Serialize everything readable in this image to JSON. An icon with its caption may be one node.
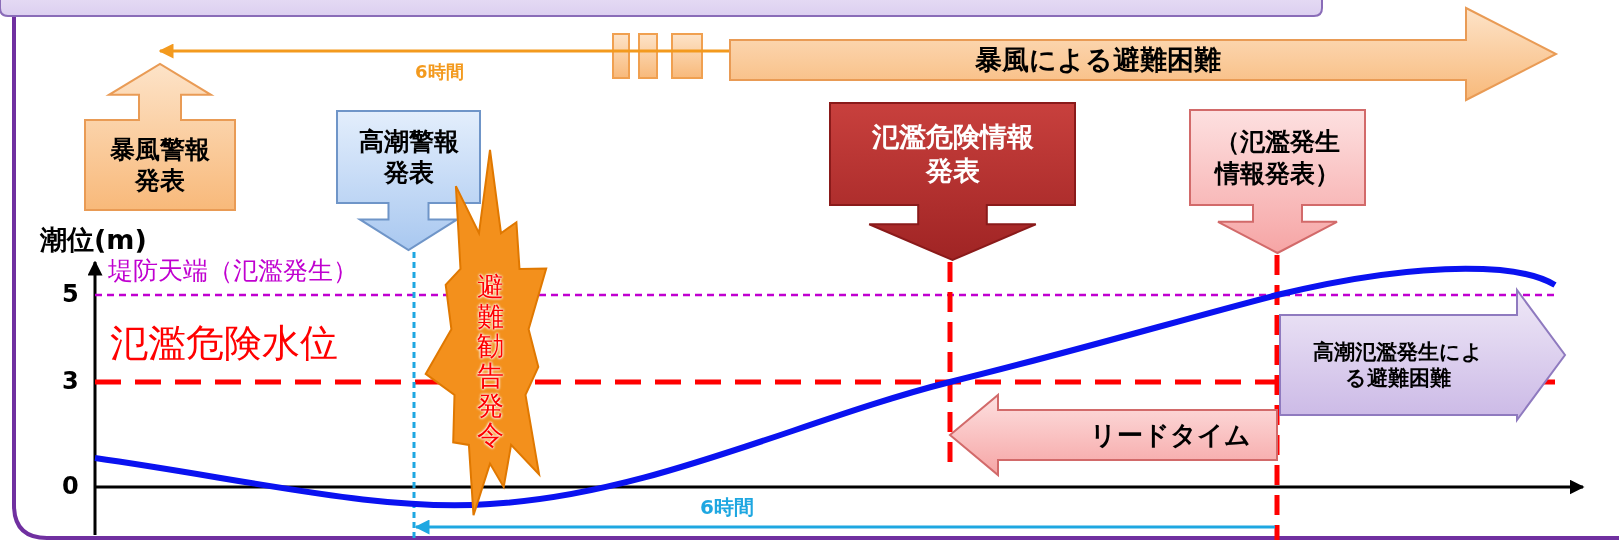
{
  "diagram": {
    "nodes": [
      {
        "text": [
          "暴風警報発表"
        ]
      },
      {
        "text": [
          "高潮警報発表"
        ]
      },
      {
        "text": [
          "避難勧告発令"
        ]
      },
      {
        "text": [
          "氾濫危険情報発表"
        ]
      },
      {
        "text": [
          "（氾濫発生情報発表）"
        ]
      },
      {
        "text": [
          "暴風による避難困難"
        ]
      },
      {
        "text": [
          "高潮氾濫発生による避難困難"
        ]
      },
      {
        "text": [
          "リードタイム"
        ]
      },
      {
        "text": [],
        "shape": "box"
      }
    ],
    "edges": [
      {
        "from": 5,
        "to": 0,
        "arrow": "to",
        "label": "6時間"
      }
    ],
    "labels": [
      "潮位(m)",
      "堤防天端（氾濫発生）",
      "5",
      "氾濫危険水位",
      "3",
      "0",
      "6時間"
    ]
  }
}
